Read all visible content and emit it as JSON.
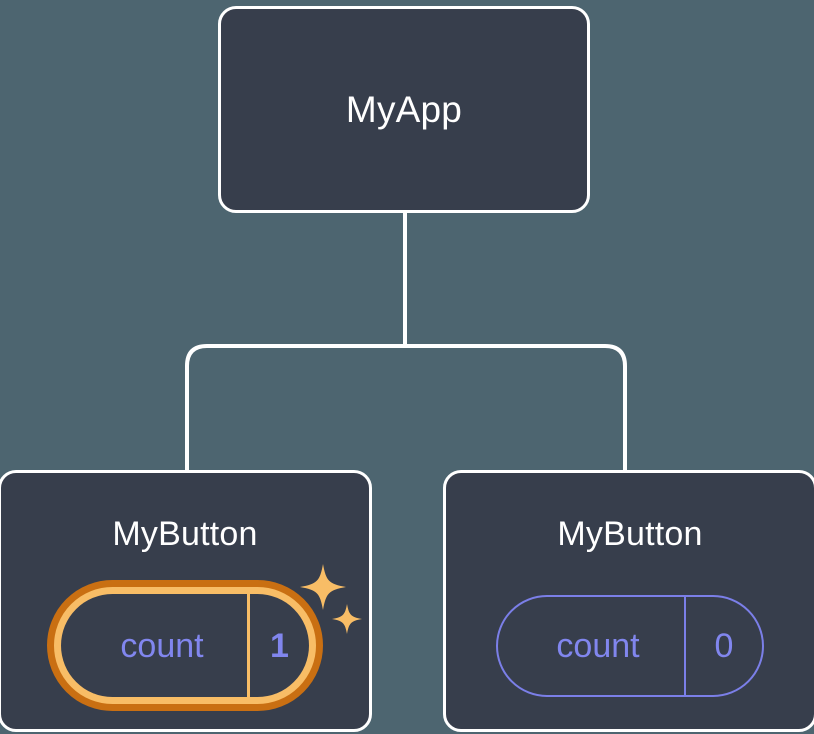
{
  "diagram": {
    "type": "component-tree",
    "background_color": "#4d6570",
    "card_fill": "#373e4c",
    "card_border_color": "#ffffff",
    "connector_color": "#ffffff",
    "accent_highlight_outer": "#c96f12",
    "accent_highlight_inner": "#f8bd66",
    "state_text_color": "#8186ee",
    "root": {
      "title": "MyApp"
    },
    "children": [
      {
        "title": "MyButton",
        "state": {
          "key": "count",
          "value": "1"
        },
        "highlighted": true,
        "sparkle_icons": [
          "sparkle-large-icon",
          "sparkle-small-icon"
        ]
      },
      {
        "title": "MyButton",
        "state": {
          "key": "count",
          "value": "0"
        },
        "highlighted": false,
        "sparkle_icons": []
      }
    ]
  }
}
